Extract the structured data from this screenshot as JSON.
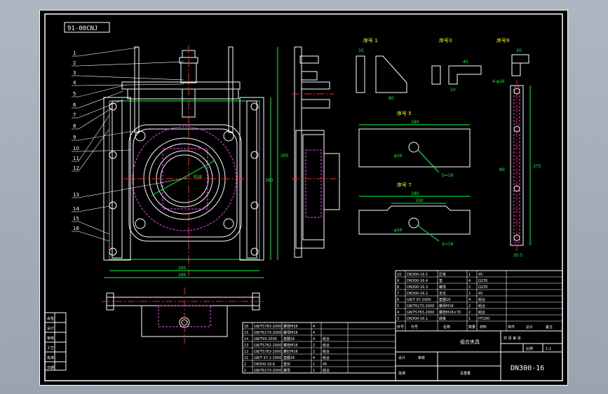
{
  "drawing": {
    "code_box": "91-00CNJ",
    "drawing_number": "DN300-16",
    "total_weight_label": "总重量",
    "scale_label": "比例",
    "scale": "1:1",
    "sheet_label": "共 张 第 张",
    "title_block_name": "组合夹具",
    "designer_label": "设计",
    "checker_label": "审核",
    "approver_label": "批准"
  },
  "part_labels": [
    "1",
    "2",
    "3",
    "4",
    "5",
    "6",
    "7",
    "8",
    "9",
    "10",
    "11",
    "12",
    "13",
    "14",
    "15",
    "16"
  ],
  "detail_views": {
    "p1": "序号 1",
    "p3": "序号3",
    "p9": "序号9",
    "p5": "序号 5",
    "p7": "序号 7"
  },
  "dimensions": {
    "main_width": "265",
    "main_overall": "280",
    "main_height": "360",
    "main_right": "305",
    "side_length": "375",
    "d1": "180",
    "d2": "180",
    "d3": "100",
    "hole1": "φ16",
    "hole2": "φ16",
    "r1": "R38",
    "s1": "S=16",
    "s2": "S=16",
    "p1w": "35",
    "p1h": "80",
    "p3w": "45",
    "p3h": "10",
    "p9a": "20",
    "p9b": "30.5",
    "p9c": "80",
    "p9d": "4-φ16"
  },
  "parts_list_header": [
    "序号",
    "代号",
    "名称",
    "数量",
    "材料",
    "单件",
    "总计",
    "备注"
  ],
  "parts_list_rows": [
    [
      "10",
      "DN300-16.5",
      "压板",
      "1",
      "45",
      ""
    ],
    [
      "9",
      "DN300-16.4",
      "垫",
      "4",
      "Q235",
      ""
    ],
    [
      "8",
      "DN300-16.3",
      "螺母",
      "2",
      "Q235",
      ""
    ],
    [
      "7",
      "DN300-16.2",
      "定位",
      "1",
      "45",
      ""
    ],
    [
      "6",
      "GB/T 97-2000",
      "垫圈16",
      "4",
      "组合",
      ""
    ],
    [
      "5",
      "GB/T6170-2000",
      "螺母M16",
      "2",
      "组合",
      ""
    ],
    [
      "4",
      "GB/T5783-2000",
      "螺栓M16×70",
      "2",
      "组合",
      ""
    ],
    [
      "3",
      "DN300-16.1",
      "底板",
      "1",
      "HT200",
      ""
    ]
  ],
  "parts_list_lower": [
    [
      "16",
      "GB/T5783-2000",
      "螺栓M16",
      "4",
      "",
      ""
    ],
    [
      "15",
      "GB/T6170-2000",
      "螺母M16",
      "4",
      "",
      ""
    ],
    [
      "14",
      "GB/T93-2000",
      "垫圈16",
      "4",
      "组合",
      ""
    ],
    [
      "13",
      "GB/T5782-2000",
      "螺栓M16",
      "2",
      "组合",
      ""
    ],
    [
      "12",
      "GB/T5783-2000",
      "螺钉M16",
      "2",
      "组合",
      ""
    ],
    [
      "11",
      "GB/T 97.1-2000",
      "垫圈16",
      "4",
      "组合",
      ""
    ],
    [
      "2",
      "DN300-16.6",
      "垫块",
      "1",
      "45",
      ""
    ],
    [
      "1",
      "GB/T6170-2000",
      "螺母",
      "1",
      "组合",
      ""
    ]
  ],
  "left_block": [
    "会签",
    "设计",
    "审核",
    "工艺",
    "批准",
    "日期"
  ],
  "colors": {
    "line_white": "#ffffff",
    "line_green": "#00ff40",
    "line_red": "#ff2020",
    "line_magenta": "#ff40ff",
    "line_yellow": "#ffff00",
    "line_cyan": "#40ffff"
  }
}
